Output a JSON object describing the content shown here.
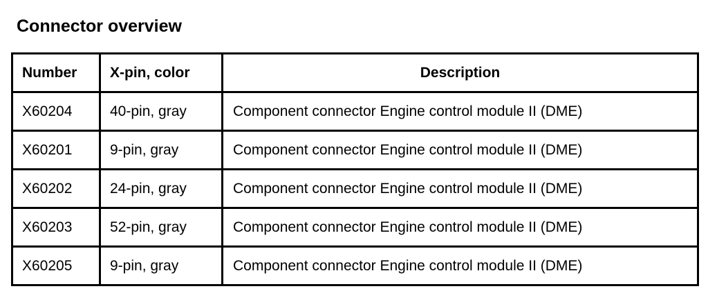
{
  "document": {
    "title": "Connector overview",
    "background_color": "#ffffff",
    "text_color": "#000000",
    "border_color": "#000000"
  },
  "table": {
    "columns": [
      {
        "key": "number",
        "label": "Number",
        "align": "left"
      },
      {
        "key": "xpin",
        "label": "X-pin, color",
        "align": "left"
      },
      {
        "key": "description",
        "label": "Description",
        "align": "center"
      }
    ],
    "rows": [
      {
        "number": "X60204",
        "xpin": "40-pin, gray",
        "description": "Component connector Engine control module II (DME)"
      },
      {
        "number": "X60201",
        "xpin": "9-pin, gray",
        "description": "Component connector Engine control module II (DME)"
      },
      {
        "number": "X60202",
        "xpin": "24-pin, gray",
        "description": "Component connector Engine control module II (DME)"
      },
      {
        "number": "X60203",
        "xpin": "52-pin, gray",
        "description": "Component connector Engine control module II (DME)"
      },
      {
        "number": "X60205",
        "xpin": "9-pin, gray",
        "description": "Component connector Engine control module II (DME)"
      }
    ]
  }
}
